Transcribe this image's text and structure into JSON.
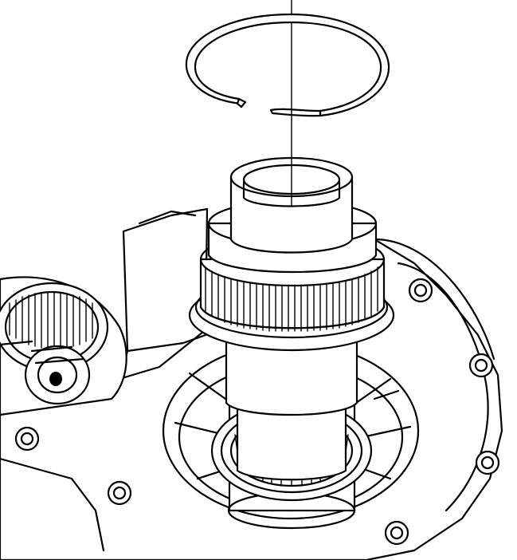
{
  "figure": {
    "kind": "line-art exploded technical illustration",
    "colors": {
      "ink": "#000000",
      "paper": "#ffffff"
    },
    "parts": [
      "snap-ring",
      "leader-line",
      "shaft-sleeve",
      "gear-ring",
      "output-shaft",
      "roller-bearing",
      "transfer-case-housing",
      "left-gear-assembly"
    ]
  }
}
